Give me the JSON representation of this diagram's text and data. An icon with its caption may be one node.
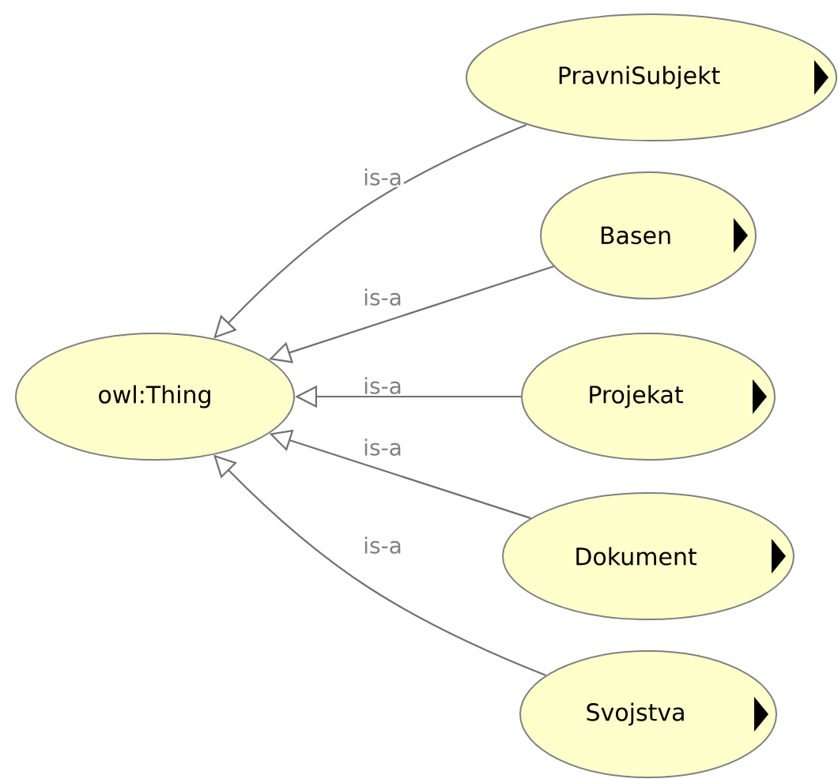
{
  "diagram": {
    "nodes": [
      {
        "text": [
          "owl:Thing"
        ]
      },
      {
        "text": [
          "PravniSubjekt"
        ]
      },
      {
        "text": [
          "Basen"
        ]
      },
      {
        "text": [
          "Projekat"
        ]
      },
      {
        "text": [
          "Dokument"
        ]
      },
      {
        "text": [
          "Svojstva"
        ]
      }
    ],
    "edges": [
      {
        "from": 1,
        "to": 0,
        "arrow": "to",
        "label": "is-a"
      },
      {
        "from": 2,
        "to": 0,
        "arrow": "to",
        "label": "is-a"
      },
      {
        "from": 3,
        "to": 0,
        "arrow": "to",
        "label": "is-a"
      },
      {
        "from": 4,
        "to": 0,
        "arrow": "to",
        "label": "is-a"
      },
      {
        "from": 5,
        "to": 0,
        "arrow": "to",
        "label": "is-a"
      }
    ]
  }
}
